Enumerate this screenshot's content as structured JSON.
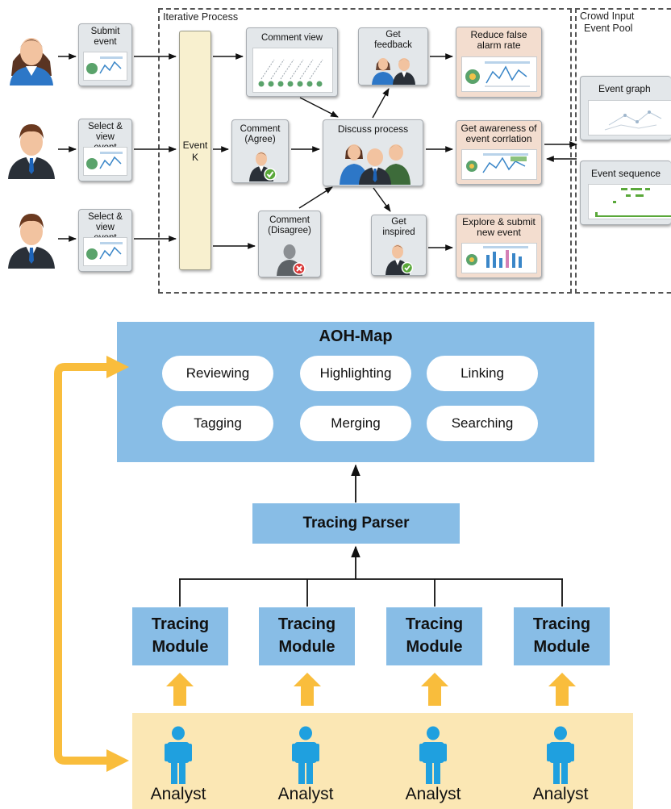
{
  "top": {
    "iterative_label": "Iterative Process",
    "crowd_label_1": "Crowd Input",
    "crowd_label_2": "Event Pool",
    "submit_event": [
      "Submit",
      "event"
    ],
    "select_view_1": [
      "Select & view",
      "event"
    ],
    "select_view_2": [
      "Select & view",
      "event"
    ],
    "event_k": [
      "Event",
      "K"
    ],
    "comment_view": "Comment view",
    "comment_agree": [
      "Comment",
      "(Agree)"
    ],
    "comment_disagree": [
      "Comment",
      "(Disagree)"
    ],
    "get_feedback": [
      "Get",
      "feedback"
    ],
    "discuss_process": "Discuss process",
    "get_inspired": [
      "Get",
      "inspired"
    ],
    "reduce_false": [
      "Reduce false",
      "alarm rate"
    ],
    "awareness": [
      "Get awareness of",
      "event corrlation"
    ],
    "explore_submit": [
      "Explore & submit",
      "new event"
    ],
    "event_graph": "Event graph",
    "event_sequence": "Event sequence"
  },
  "bottom": {
    "aoh_title": "AOH-Map",
    "features": [
      "Reviewing",
      "Highlighting",
      "Linking",
      "Tagging",
      "Merging",
      "Searching"
    ],
    "tracing_parser": "Tracing Parser",
    "tracing_module": [
      "Tracing",
      "Module"
    ],
    "analyst_label": "Analyst",
    "analysts": [
      "Analyst",
      "Analyst",
      "Analyst",
      "Analyst"
    ]
  },
  "colors": {
    "blue_box": "#88bde6",
    "analyst_band": "#fbe7b4",
    "arrow_orange": "#f9bd3c",
    "analyst_icon": "#1fa0df",
    "peach_card": "#f3ddcf",
    "event_k": "#f8f0cf"
  }
}
